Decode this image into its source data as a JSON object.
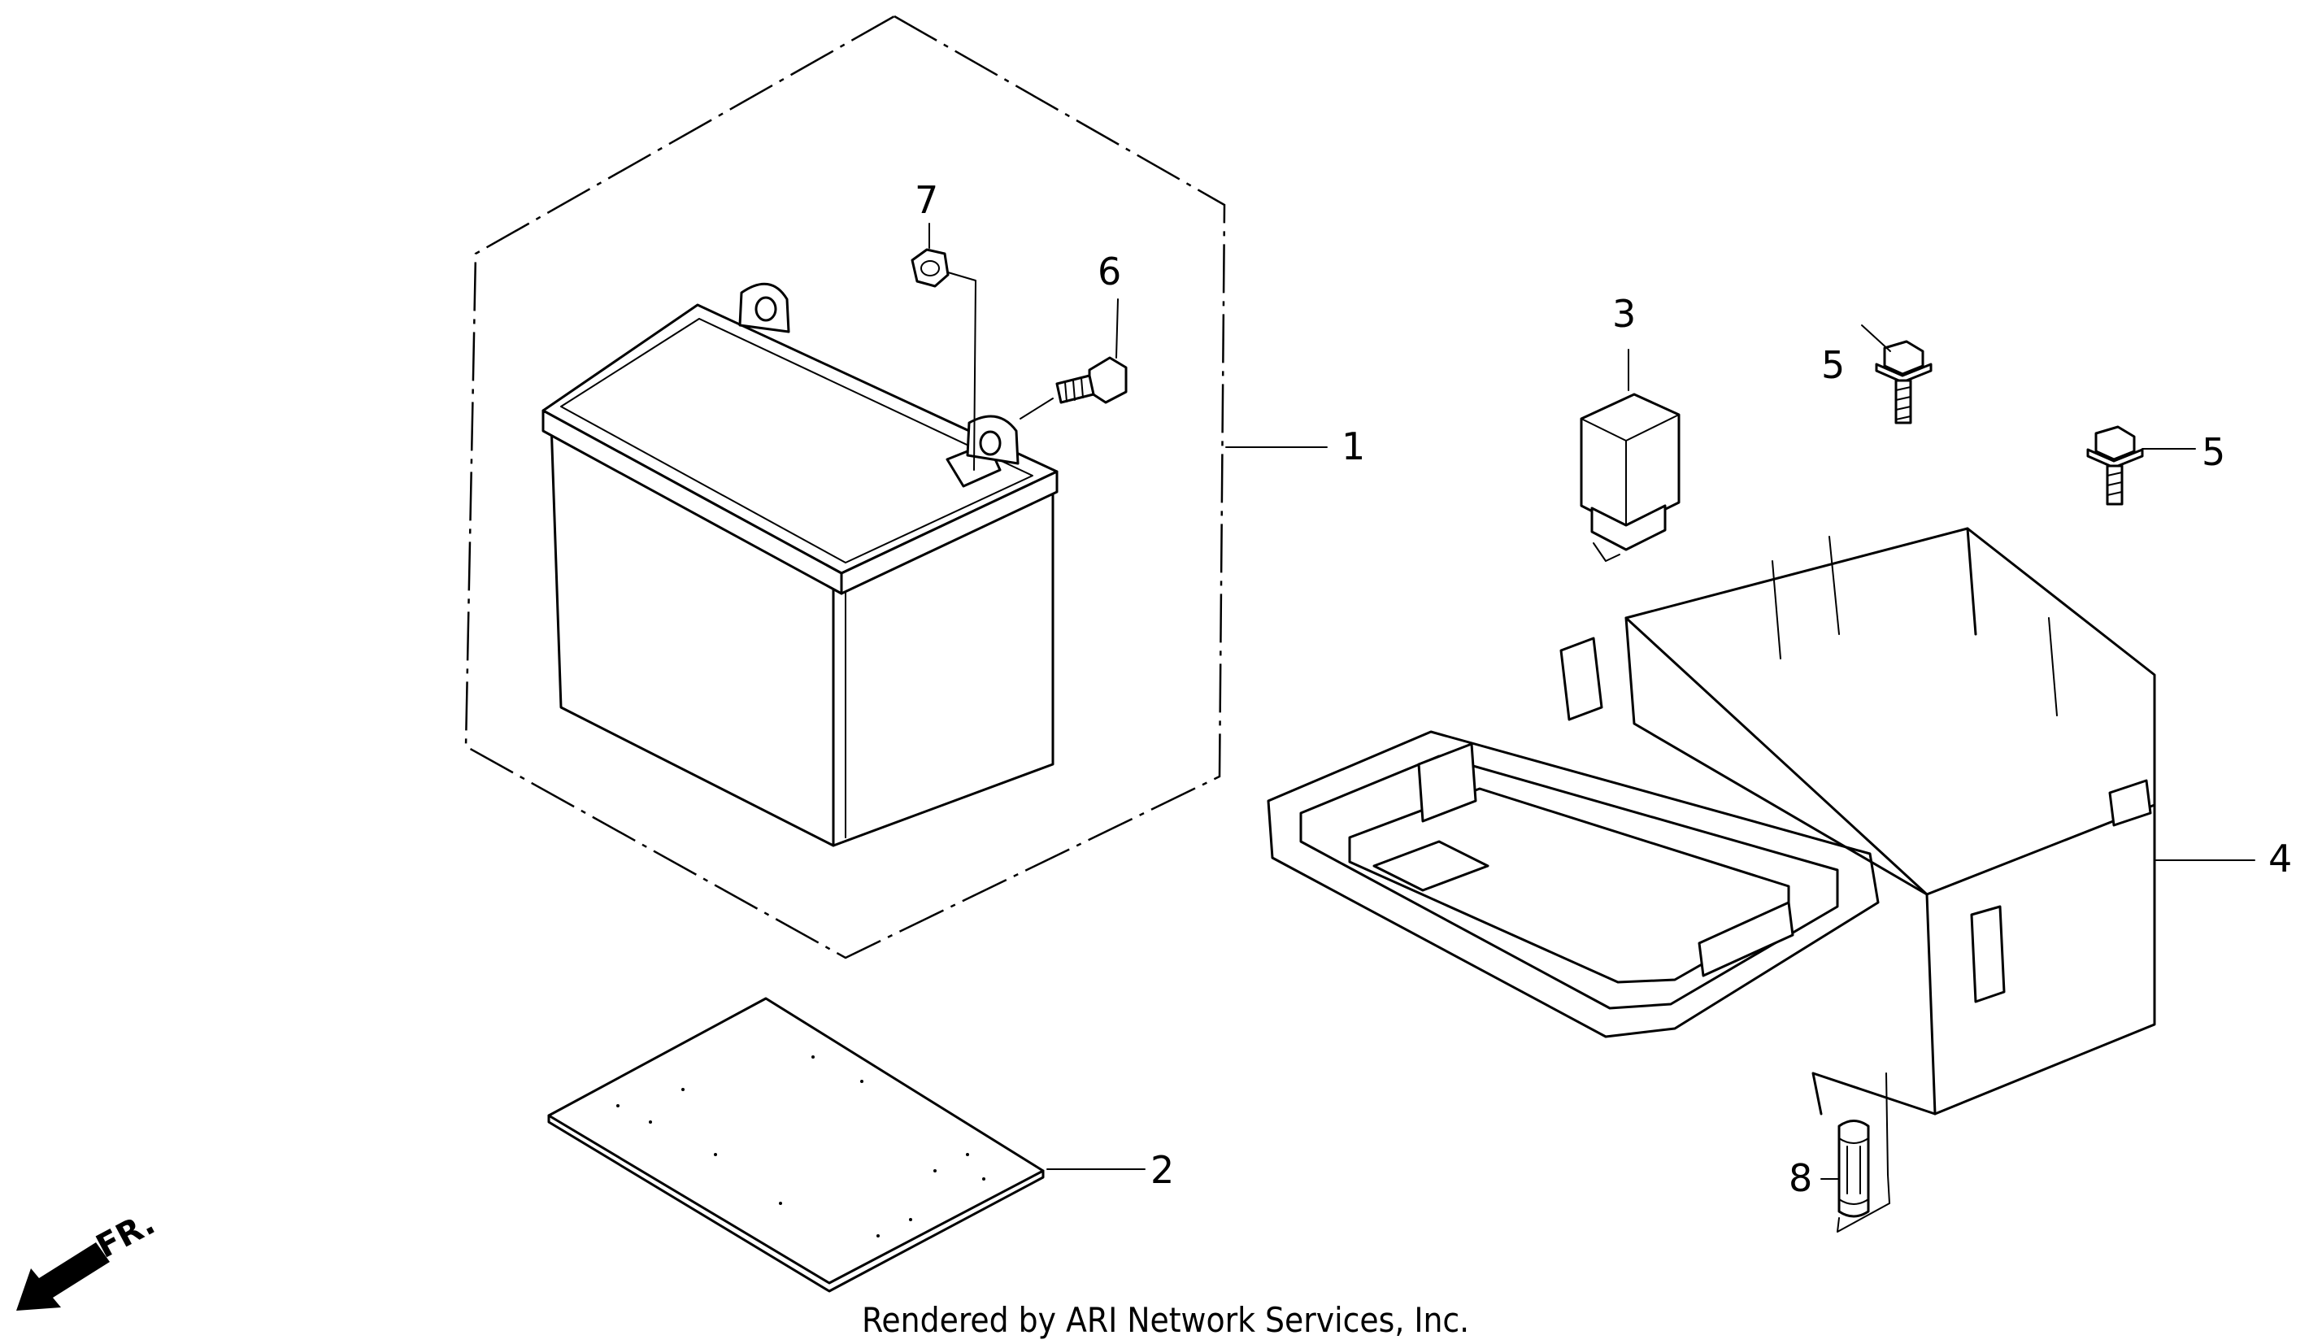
{
  "callouts": [
    {
      "id": "1",
      "label": "1"
    },
    {
      "id": "2",
      "label": "2"
    },
    {
      "id": "3",
      "label": "3"
    },
    {
      "id": "4",
      "label": "4"
    },
    {
      "id": "5a",
      "label": "5"
    },
    {
      "id": "5b",
      "label": "5"
    },
    {
      "id": "6",
      "label": "6"
    },
    {
      "id": "7",
      "label": "7"
    },
    {
      "id": "8",
      "label": "8"
    }
  ],
  "direction_marker": {
    "label": "FR.",
    "icon": "front-arrow-icon"
  },
  "footer": {
    "text": "Rendered by ARI Network Services, Inc."
  }
}
